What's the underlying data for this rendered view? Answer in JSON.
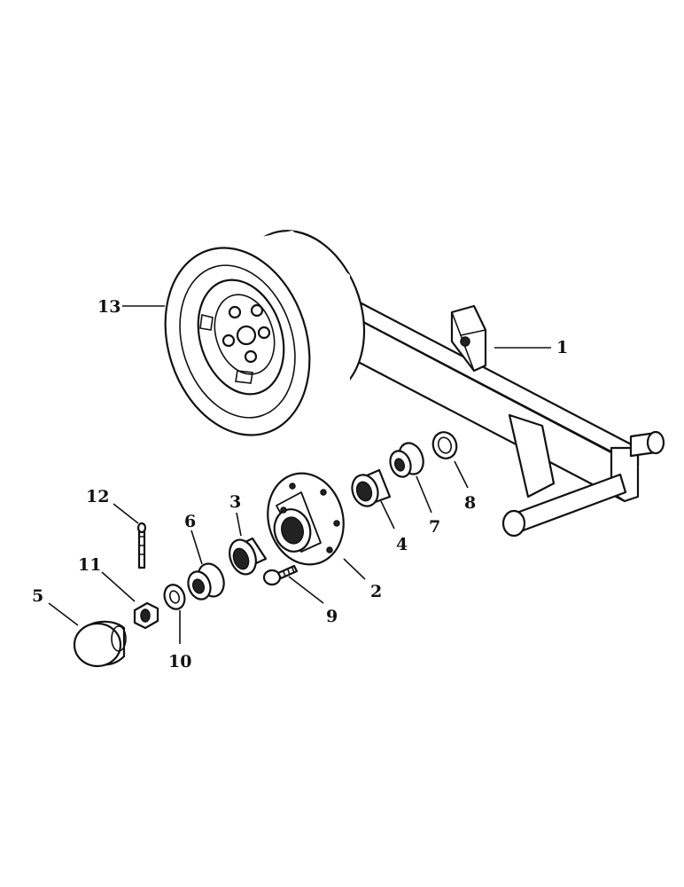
{
  "colors": {
    "ink": "#111111",
    "paper": "#ffffff"
  },
  "callouts": [
    {
      "id": "1",
      "text": "1"
    },
    {
      "id": "2",
      "text": "2"
    },
    {
      "id": "3",
      "text": "3"
    },
    {
      "id": "4",
      "text": "4"
    },
    {
      "id": "5",
      "text": "5"
    },
    {
      "id": "6",
      "text": "6"
    },
    {
      "id": "7",
      "text": "7"
    },
    {
      "id": "8",
      "text": "8"
    },
    {
      "id": "9",
      "text": "9"
    },
    {
      "id": "10",
      "text": "10"
    },
    {
      "id": "11",
      "text": "11"
    },
    {
      "id": "12",
      "text": "12"
    },
    {
      "id": "13",
      "text": "13"
    }
  ]
}
